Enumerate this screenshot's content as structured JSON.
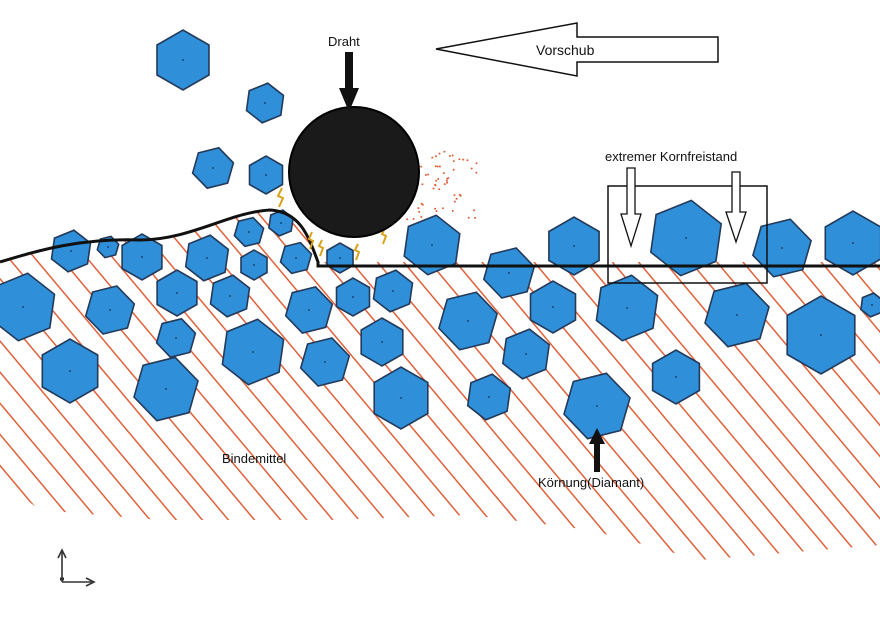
{
  "labels": {
    "wire": "Draht",
    "feed": "Vorschub",
    "protrusion": "extremer Kornfreistand",
    "binder": "Bindemittel",
    "grain": "Körnung(Diamant)"
  },
  "colors": {
    "background": "#ffffff",
    "grain_fill": "#2f8fd8",
    "grain_edge": "#233a5a",
    "binder_hatch": "#e0603a",
    "wire": "#1a1a1a",
    "sparks": "#d9a21b",
    "outline": "#111111"
  },
  "icons": {
    "coordinate_axes": "xy-axis-icon"
  }
}
